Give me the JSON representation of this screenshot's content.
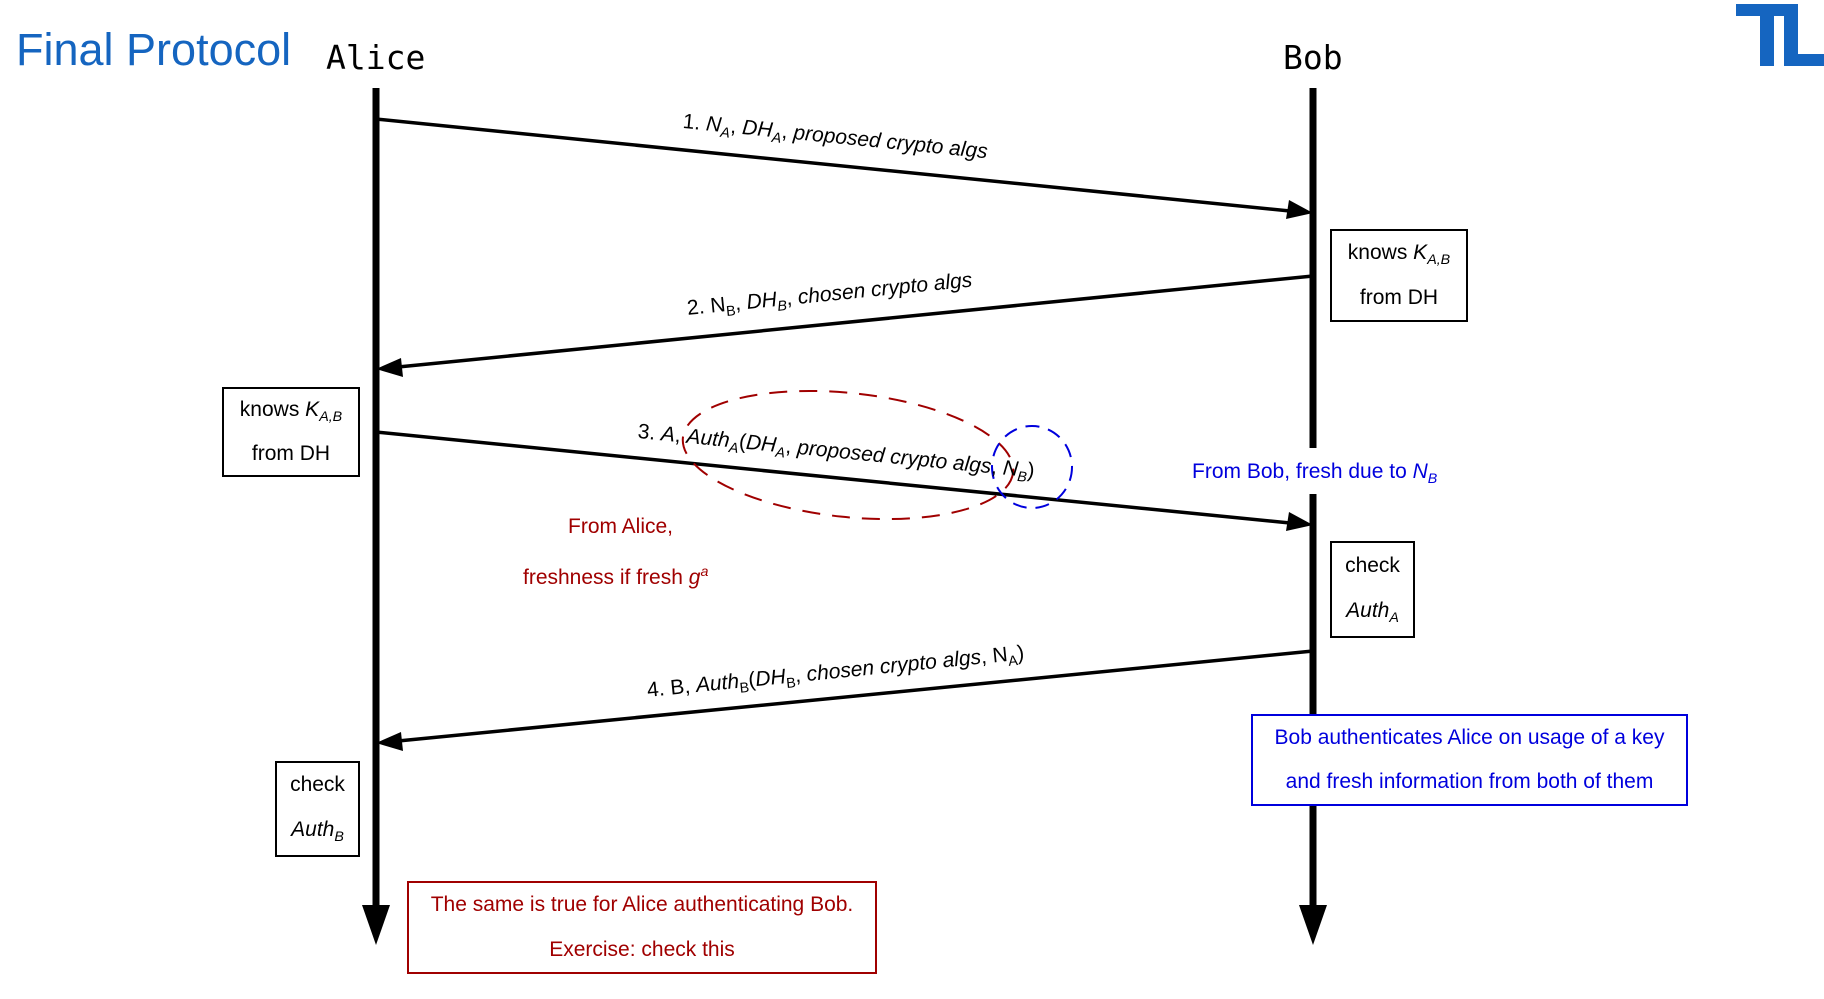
{
  "title": "Final Protocol",
  "participants": {
    "alice": "Alice",
    "bob": "Bob"
  },
  "messages": {
    "m1": {
      "num": "1.",
      "n": "N",
      "n_sub": "A",
      "dh": "DH",
      "dh_sub": "A",
      "rest": "proposed crypto algs"
    },
    "m2": {
      "num": "2.",
      "n": "N",
      "n_sub": "B",
      "dh": "DH",
      "dh_sub": "B",
      "rest": "chosen crypto algs"
    },
    "m3": {
      "num": "3.",
      "a": "A",
      "auth": "Auth",
      "auth_sub": "A",
      "dh": "DH",
      "dh_sub": "A",
      "rest": "proposed crypto algs",
      "n": "N",
      "n_sub": "B"
    },
    "m4": {
      "num": "4.",
      "b": "B",
      "auth": "Auth",
      "auth_sub": "B",
      "dh": "DH",
      "dh_sub": "B",
      "rest": "chosen crypto algs",
      "n": "N",
      "n_sub": "A"
    }
  },
  "boxes": {
    "bob_knows": {
      "line1": "knows",
      "k": "K",
      "k_sub": "A,B",
      "line2": "from DH"
    },
    "alice_knows": {
      "line1": "knows",
      "k": "K",
      "k_sub": "A,B",
      "line2": "from DH"
    },
    "bob_check": {
      "line1": "check",
      "auth": "Auth",
      "auth_sub": "A"
    },
    "alice_check": {
      "line1": "check",
      "auth": "Auth",
      "auth_sub": "B"
    }
  },
  "notes": {
    "from_alice_line1": "From Alice,",
    "from_alice_line2": "freshness if fresh",
    "g": "g",
    "g_sup": "a",
    "from_bob": "From Bob, fresh due to",
    "from_bob_n": "N",
    "from_bob_n_sub": "B",
    "bob_auth_line1": "Bob authenticates Alice on usage of a key",
    "bob_auth_line2": "and fresh information from both of them",
    "same_true_line1": "The same is true for Alice authenticating Bob.",
    "exercise_line2": "Exercise: check this"
  },
  "colors": {
    "title": "#1565c0",
    "red": "#a00000",
    "blue": "#0000dd",
    "logo": "#1565c0"
  }
}
